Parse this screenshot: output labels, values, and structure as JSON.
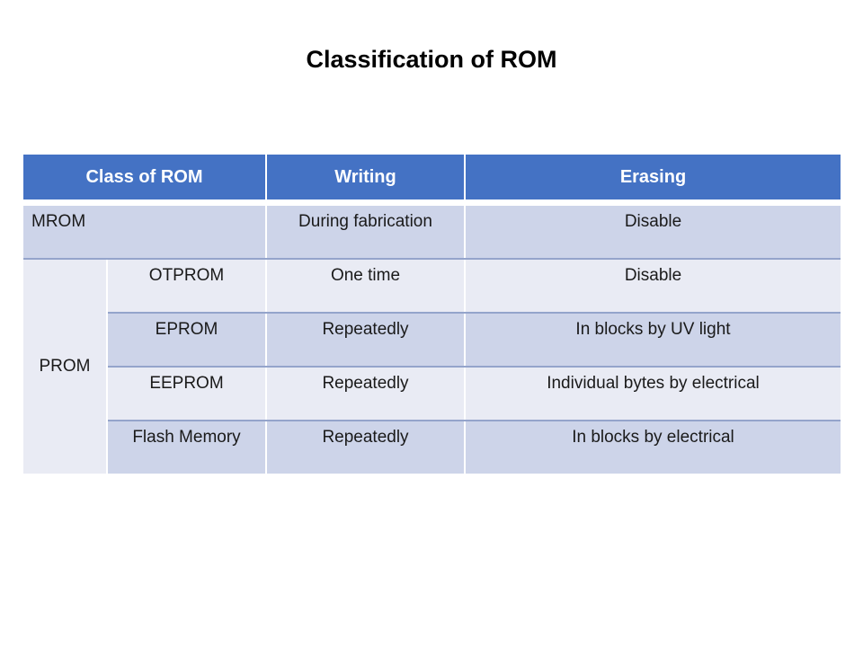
{
  "page": {
    "title": "Classification of ROM"
  },
  "colors": {
    "header_bg": "#4472C4",
    "header_text": "#FFFFFF",
    "band_medium": "#CDD4E9",
    "band_light": "#E9EBF4",
    "row_border": "#94A4CB",
    "cell_divider": "#FFFFFF",
    "body_text": "#1A1A1A",
    "page_bg": "#FFFFFF"
  },
  "table": {
    "headers": [
      "Class of ROM",
      "Writing",
      "Erasing"
    ],
    "mrom_row": {
      "class": "MROM",
      "writing": "During fabrication",
      "erasing": "Disable"
    },
    "prom_group": {
      "class": "PROM",
      "rows": [
        {
          "subtype": "OTPROM",
          "writing": "One time",
          "erasing": "Disable"
        },
        {
          "subtype": "EPROM",
          "writing": "Repeatedly",
          "erasing": "In blocks by UV light"
        },
        {
          "subtype": "EEPROM",
          "writing": "Repeatedly",
          "erasing": "Individual bytes by electrical"
        },
        {
          "subtype": "Flash Memory",
          "writing": "Repeatedly",
          "erasing": "In blocks by electrical"
        }
      ]
    }
  }
}
